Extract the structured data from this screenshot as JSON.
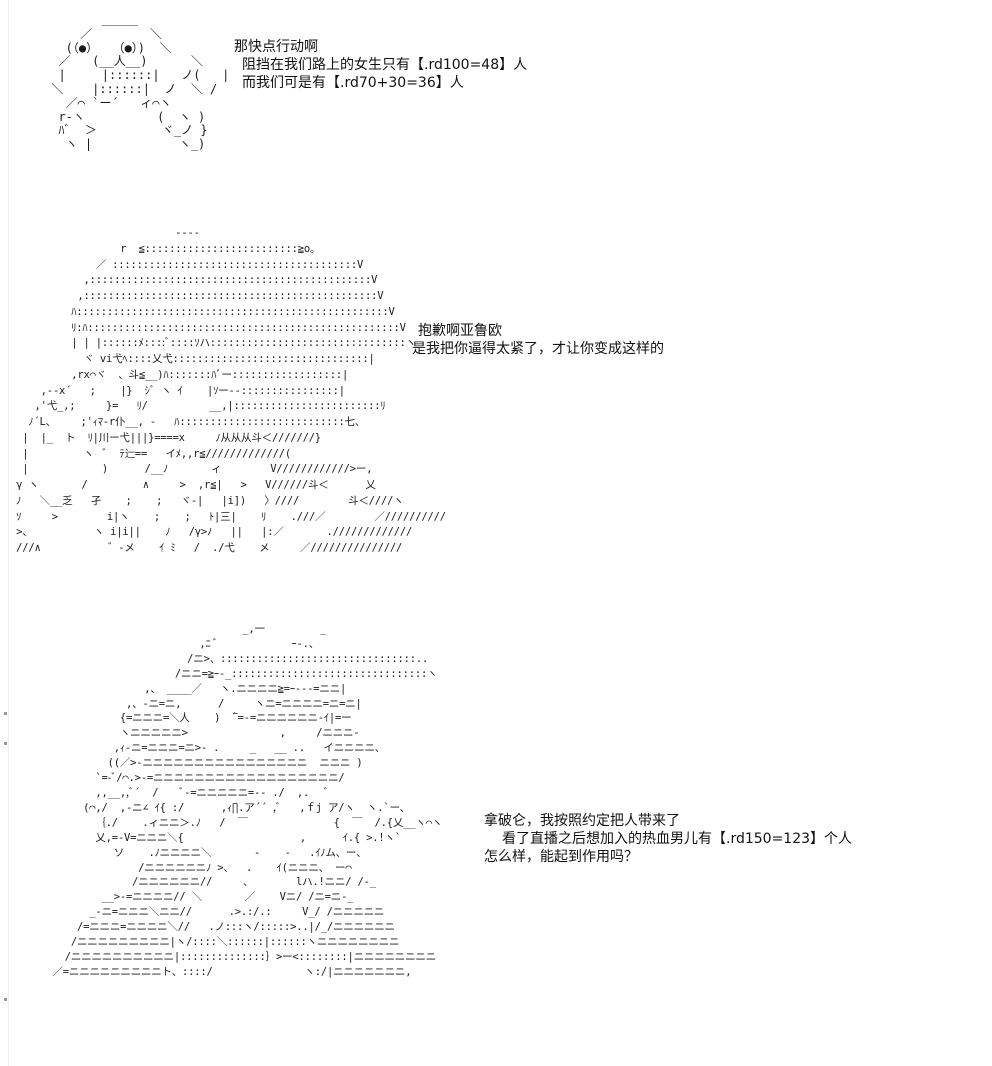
{
  "panels": [
    {
      "art": "        ＿＿＿\n     ／        ＼\n   (（●）  （●）)  ＼\n  ／   (__人__)      ＼\n  |     |::::::|   ノ(   |\n ＼    |::::::|  ノ  ＼ /\n   ／⌒ `ー´   ィ⌒ヽ\n  r‐ヽ          (  ヽ )\n  ﾊﾞ  ＞         ヾ_ノ }\n   ヽ |            ヽ_)",
      "dialogue": [
        "那快点行动啊",
        "阻挡在我们路上的女生只有【.rd100=48】人",
        "而我们可是有【.rd70+30=36】人"
      ]
    },
    {
      "art": "                           ----\n                  r  ≦:::::::::::::::::::::::::≧o｡\n              ／ ::::::::::::::::::::::::::::::::::::::::V\n            ,::::::::::::::::::::::::::::::::::::::::::::::V\n           ,::::::::::::::::::::::::::::::::::::::::::::::::V\n          ﾊ:::::::::::::::::::::::::::::::::::::::::::::::::::V\n          ﾘ:ﾊ:::::::::::::::::::::::::::::::::::::::::::::::::::V\n          | | |::::::ﾒ::::ﾞ::::ｿハ::::::::::::::::::::::::::::::::ヽ\n            ヾ vi弋ﾍ::::乂弋::::::::::::::::::::::::::::::::|\n          ,rx⌒ヾ  、斗≦__)ﾊ:::::::ﾊﾞー::::::::::::::::::|\n     ,--x´   ;    |}  ｼﾞ ヽ ｲ    |ｿー--::::::::::::::::|\n    ,'弋_,;     }=   ﾘ/          __,|::::::::::::::::::::::::ﾘ\n   ﾉ´L、    ;'ｨﾏ‐r仆__, -   ﾊ:::::::::::::::::::::::::::七、\n  |  |_  ト  ﾘ|川ー弋|||}====x     ﾉ从从从斗＜///////}\n  |         ヽ  ﾞ  ﾃ辷==   イﾒ,,r≦/////////////(\n  |            )      /__ﾉ       ィ        V////////////>ー,\n γ ヽ       /         ∧     >  ,r≦|   >   V//////斗＜      乂\n ﾉ   ＼__乏   孑    ;    ;   ヾ‐|   |i])   〉////        斗＜////ヽ\n ｿ     >        i|ヽ    ;    ;   ﾄ|三|    ﾘ    .///／        ／//////////\n >、          ヽ i|i||    ﾉ   /γ>ﾉ   ||   |:／       ./////////////\n ///∧           ゛‐メ    ｲ ﾐ   /  ./弋    メ     ／///////////////",
      "dialogue": [
        "抱歉啊亚鲁欧",
        "是我把你逼得太紧了，才让你变成这样的"
      ]
    },
    {
      "art": "                                   _,一         _\n                            ,ﾆ ﾞ            ｰ-.、\n                          /ニ>、::::::::::::::::::::::::::::::::..\n                        /ニニ=≧ｰ-_::::::::::::::::::::::::::::::::ヽ\n                   ,、 ____／   ヽ.ニニニニ≧=ｰ---=ニニ|\n                ,、-ニ=ニ,      /     ヽニ=ニニニニ=ニ=ニ|\n               {=ニニニ=＼人    )  ̄ﾞ=-=ニニニニニニ-ｲ|=ー\n               ヽニニニニニ>               ,     /ニニニ-\n              ,ｨ-ニ=ニニニ=ニ>- .     _   __ ..   イニニニニ、\n             ((／>-ニニニニニニニニニニニニニニニニ  ニニニ )\n           `=-ﾞ/⌒.>-=ニニニニニニニニニニニニニニニニニニ/\n           ,,__,,ﾞ´  /    ﾞ-=ニニニニニ=-- ./  ,.   ﾞ\n         (⌒,/  ,-ニ∠ ｲ{ :/      ,ｨ∏.ア´´ ,ﾞ   ,ｆj ア/ヽ  ヽ.`ー、\n           ｛./    .ィニニ＞.ﾉ   /  ￣              {  ￣  /.{乂__ヽ⌒ヽ\n           乂,=-V=ニニニ＼{                   ,      ｲ.{ >.!ヽ`\n              ソ    .ﾉニニニニ＼       -    -   .ｲﾉム、ー、\n                  /ニニニニニニﾉ >、  .    ｲ(ニニニ、 ー⌒\n                 /ニニニニニニ//     、       lハ.!ニニ/ /-_\n            __>-=ニニニニ// ＼       ／    Vニ/ /ニ=ニ-_\n          _-ニ=ニニニ＼ニニ//      .>.:/.:     V_/ /ニニニニニ\n        /=ニニニ=ニニニニ＼//   .ノ:::ヽ/:::::>..|/_/ニニニニニニ\n       /ニニニニニニニニニ|ヽ/::::＼::::::|::::::ヽニニニニニニニニ\n      /ニニニニニニニニニニ|::::::::::::::｝>ー<::::::::|ニニニニニニニニ\n    ／=ニニニニニニニニニト、::::/               ヽ:/|ニニニニニニニ,",
      "dialogue": [
        "拿破仑，我按照约定把人带来了",
        "看了直播之后想加入的热血男儿有【.rd150=123】个人",
        "怎么样，能起到作用吗？"
      ]
    }
  ]
}
